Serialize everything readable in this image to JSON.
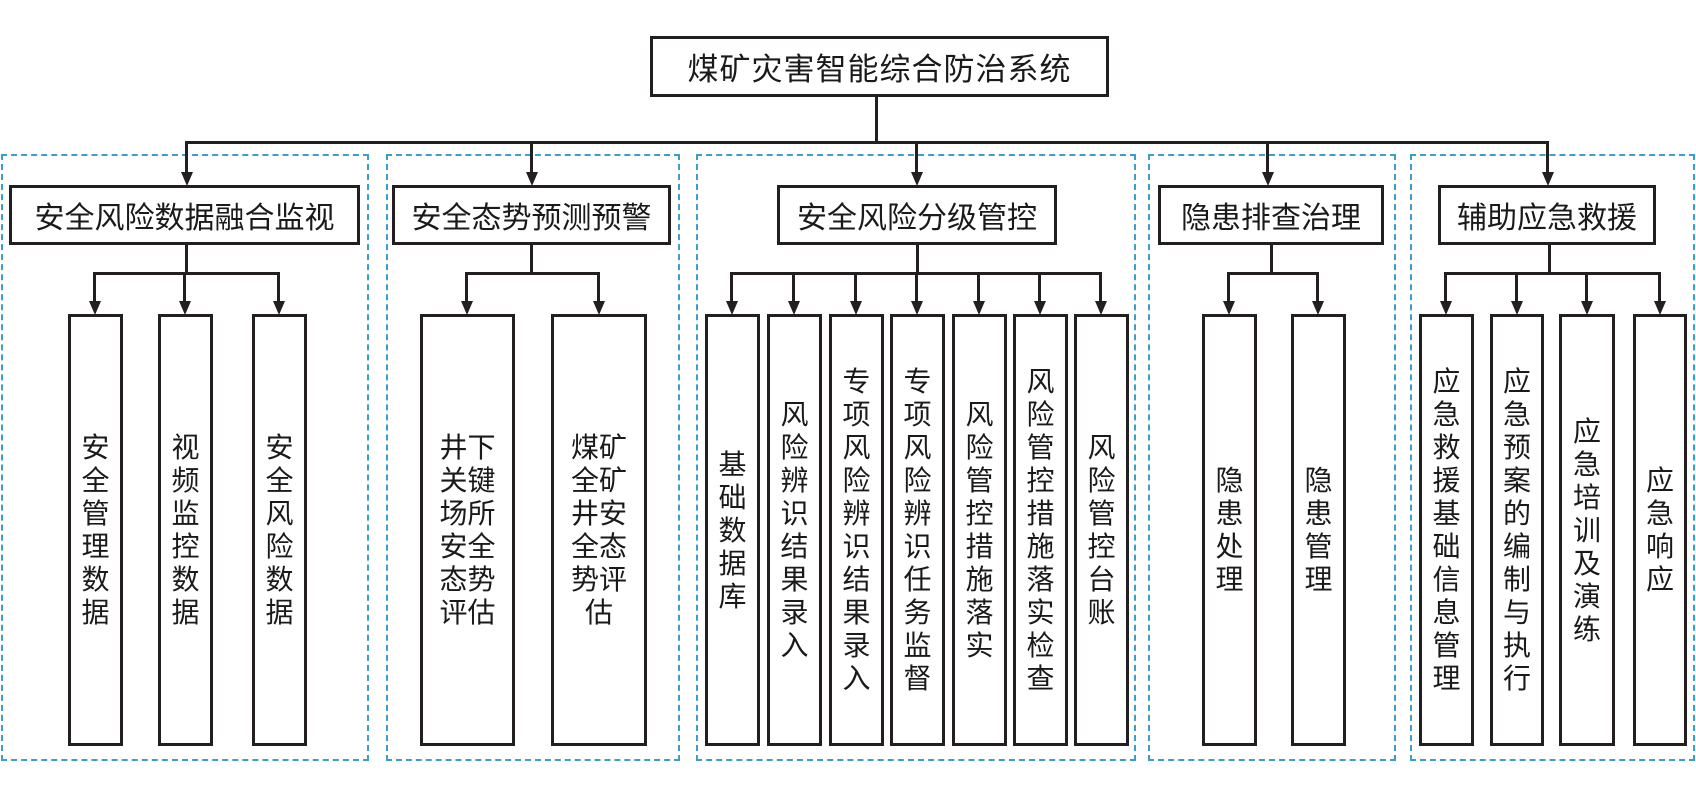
{
  "title": "煤矿灾害智能综合防治系统",
  "colors": {
    "line": "#231f20",
    "group_border": "#3a9fcc",
    "background": "#ffffff"
  },
  "groups": [
    {
      "label": "安全风险数据融合监视",
      "children": [
        "安全管理数据",
        "视频监控数据",
        "安全风险数据"
      ]
    },
    {
      "label": "安全态势预测预警",
      "children": [
        "井下关键场所安全态势评估",
        "煤矿全矿井安全态势评估"
      ]
    },
    {
      "label": "安全风险分级管控",
      "children": [
        "基础数据库",
        "风险辨识结果录入",
        "专项风险辨识结果录入",
        "专项风险辨识任务监督",
        "风险管控措施落实",
        "风险管控措施落实检查",
        "风险管控台账"
      ]
    },
    {
      "label": "隐患排查治理",
      "children": [
        "隐患处理",
        "隐患管理"
      ]
    },
    {
      "label": "辅助应急救援",
      "children": [
        "应急救援基础信息管理",
        "应急预案的编制与执行",
        "应急培训及演练",
        "应急响应"
      ]
    }
  ]
}
